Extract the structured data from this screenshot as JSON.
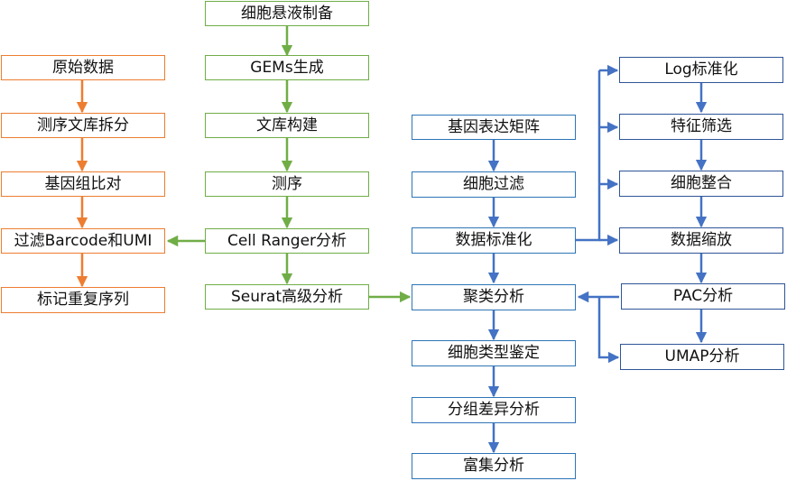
{
  "colors": {
    "orange": "#ed7d31",
    "green": "#70ad47",
    "blue": "#4472c4",
    "blue_box": "#2e75b6"
  },
  "orange_column": [
    "原始数据",
    "测序文库拆分",
    "基因组比对",
    "过滤Barcode和UMI",
    "标记重复序列"
  ],
  "green_column": [
    "细胞悬液制备",
    "GEMs生成",
    "文库构建",
    "测序",
    "Cell Ranger分析",
    "Seurat高级分析"
  ],
  "blue_main_column": [
    "基因表达矩阵",
    "细胞过滤",
    "数据标准化",
    "聚类分析",
    "细胞类型鉴定",
    "分组差异分析",
    "富集分析"
  ],
  "blue_right_column": [
    "Log标准化",
    "特征筛选",
    "细胞整合",
    "数据缩放",
    "PAC分析",
    "UMAP分析"
  ]
}
